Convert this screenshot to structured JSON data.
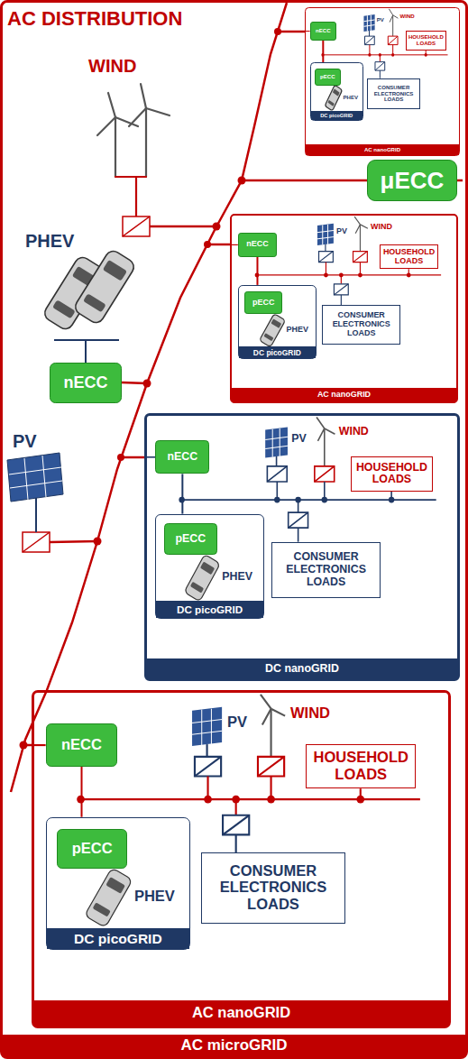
{
  "diagram": {
    "title": "AC DISTRIBUTION",
    "nodes": [
      {
        "text": [
          "AC microGRID"
        ]
      },
      {
        "text": [
          "AC nanoGRID"
        ],
        "in": 0
      },
      {
        "text": [
          "nECC"
        ],
        "in": 1
      },
      {
        "text": [
          "DC picoGRID"
        ],
        "in": 1
      },
      {
        "text": [
          "pECC"
        ],
        "in": 3
      },
      {
        "text": [
          "HOUSEHOLD LOADS"
        ],
        "in": 1
      },
      {
        "text": [
          "CONSUMER ELECTRONICS LOADS"
        ],
        "in": 1
      },
      {
        "text": [
          "μECC"
        ],
        "in": 0
      },
      {
        "text": [
          "AC nanoGRID"
        ],
        "in": 0
      },
      {
        "text": [
          "nECC"
        ],
        "in": 8
      },
      {
        "text": [
          "DC picoGRID"
        ],
        "in": 8
      },
      {
        "text": [
          "pECC"
        ],
        "in": 10
      },
      {
        "text": [
          "HOUSEHOLD LOADS"
        ],
        "in": 8
      },
      {
        "text": [
          "CONSUMER ELECTRONICS LOADS"
        ],
        "in": 8
      },
      {
        "text": [
          "nECC"
        ],
        "in": 0
      },
      {
        "text": [
          "DC nanoGRID"
        ],
        "in": 0
      },
      {
        "text": [
          "nECC"
        ],
        "in": 15
      },
      {
        "text": [
          "DC picoGRID"
        ],
        "in": 15
      },
      {
        "text": [
          "pECC"
        ],
        "in": 17
      },
      {
        "text": [
          "HOUSEHOLD LOADS"
        ],
        "in": 15
      },
      {
        "text": [
          "CONSUMER ELECTRONICS LOADS"
        ],
        "in": 15
      },
      {
        "text": [
          "AC nanoGRID"
        ],
        "in": 0
      },
      {
        "text": [
          "nECC"
        ],
        "in": 21
      },
      {
        "text": [
          "DC picoGRID"
        ],
        "in": 21
      },
      {
        "text": [
          "pECC"
        ],
        "in": 23
      },
      {
        "text": [
          "HOUSEHOLD LOADS"
        ],
        "in": 21
      },
      {
        "text": [
          "CONSUMER ELECTRONICS LOADS"
        ],
        "in": 21
      }
    ],
    "edges": [
      {
        "from": 2,
        "to": 3,
        "arrow": "none"
      },
      {
        "from": 9,
        "to": 10,
        "arrow": "none"
      },
      {
        "from": 16,
        "to": 17,
        "arrow": "none"
      },
      {
        "from": 22,
        "to": 23,
        "arrow": "none"
      }
    ],
    "labels": [
      "WIND",
      "PHEV",
      "PV",
      "PV",
      "WIND",
      "PHEV",
      "PV",
      "WIND",
      "PHEV",
      "PV",
      "WIND",
      "PHEV",
      "PV",
      "WIND",
      "PHEV"
    ]
  }
}
